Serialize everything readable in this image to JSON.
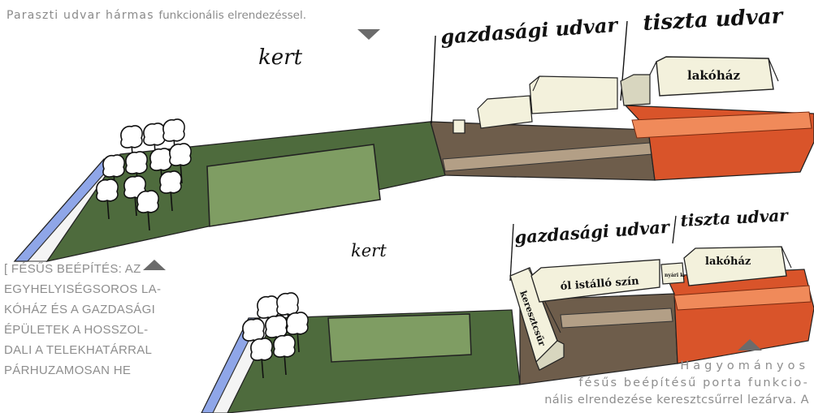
{
  "caption_top": {
    "part1": "Paraszti udvar hármas",
    "part2": "funkcionális elrendezéssel."
  },
  "top_diagram": {
    "garden_label": "kert",
    "farmyard_label": "gazdasági udvar",
    "cleanyard_label": "tiszta udvar",
    "house_label": "lakóház"
  },
  "bottom_diagram": {
    "garden_label": "kert",
    "farmyard_label": "gazdasági udvar",
    "cleanyard_label": "tiszta udvar",
    "house_label": "lakóház",
    "stable_label": "ól istálló szín",
    "barn_label": "keresztcsűr",
    "kitchen_label": "nyári k."
  },
  "side_text": {
    "lines": [
      "[ FÉSŰS BEÉPÍTÉS: AZ",
      "EGYHELYISÉGSOROS LA-",
      "KÓHÁZ ÉS A GAZDASÁGI",
      "ÉPÜLETEK A HOSSZOL-",
      "DALI A TELEKHATÁRRAL",
      "PÁRHUZAMOSAN HE"
    ]
  },
  "bottom_text": {
    "line1": "Hagyományos",
    "line2": "fésűs beépítésű porta funkcio-",
    "line3": "nális elrendezése keresztcsűrrel lezárva. A"
  },
  "colors": {
    "garden": "#4e6b3d",
    "garden_plot": "#7f9d63",
    "farmyard": "#6e5d4b",
    "farmyard_path": "#b39f86",
    "cleanyard": "#d9542a",
    "cleanyard_light": "#f08a5a",
    "water": "#8fa6e8",
    "building": "#f3f1dc",
    "arrow": "#6b6b6b"
  }
}
